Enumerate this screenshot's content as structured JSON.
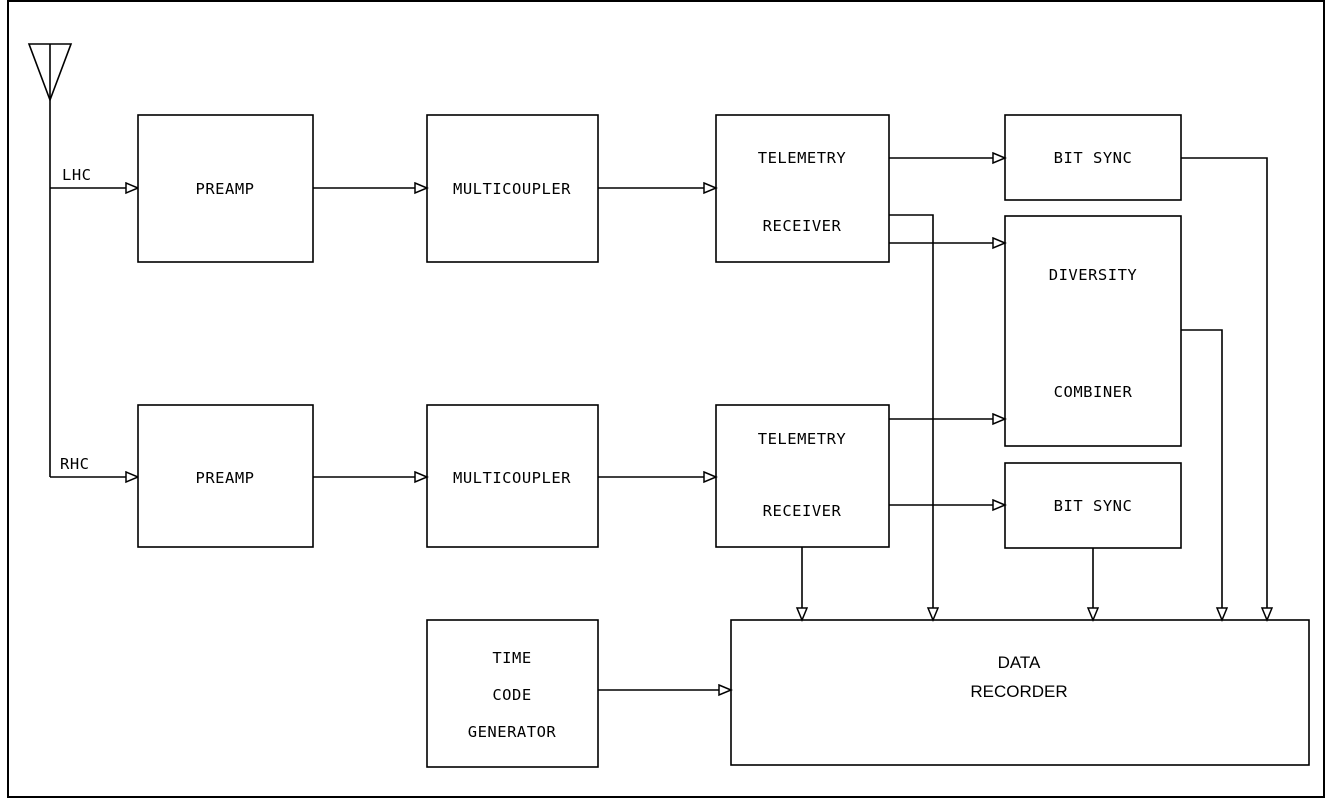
{
  "diagram": {
    "antenna_labels": {
      "lhc": "LHC",
      "rhc": "RHC"
    },
    "upper_chain": {
      "preamp": "PREAMP",
      "multicoupler": "MULTICOUPLER",
      "receiver_line1": "TELEMETRY",
      "receiver_line2": "RECEIVER",
      "bit_sync": "BIT SYNC"
    },
    "lower_chain": {
      "preamp": "PREAMP",
      "multicoupler": "MULTICOUPLER",
      "receiver_line1": "TELEMETRY",
      "receiver_line2": "RECEIVER",
      "bit_sync": "BIT SYNC"
    },
    "combiner": {
      "line1": "DIVERSITY",
      "line2": "COMBINER"
    },
    "time_code": {
      "line1": "TIME",
      "line2": "CODE",
      "line3": "GENERATOR"
    },
    "recorder": {
      "line1": "DATA",
      "line2": "RECORDER"
    }
  }
}
